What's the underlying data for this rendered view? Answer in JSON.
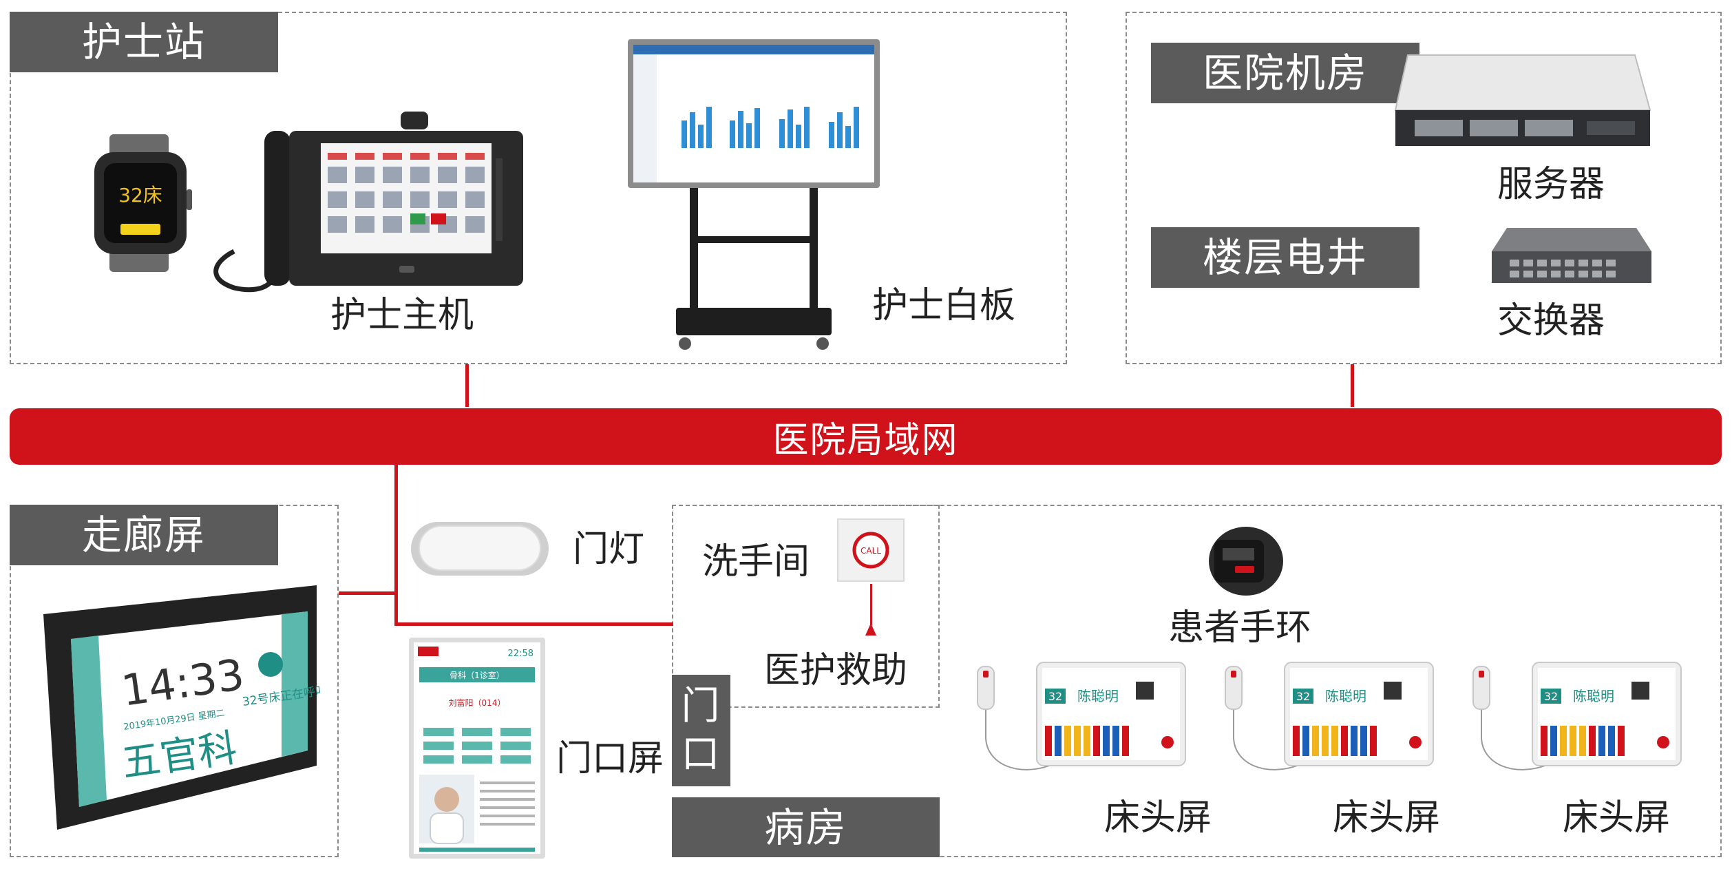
{
  "zones": {
    "nurse_station": "护士站",
    "machine_room": "医院机房",
    "floor_shaft": "楼层电井",
    "corridor": "走廊屏",
    "door_vertical": [
      "门",
      "口"
    ],
    "ward": "病房"
  },
  "network": {
    "label": "医院局域网"
  },
  "devices": {
    "nurse_host": "护士主机",
    "nurse_whiteboard": "护士白板",
    "server": "服务器",
    "switch": "交换器",
    "door_light": "门灯",
    "washroom": "洗手间",
    "medical_help": "医护救助",
    "patient_band": "患者手环",
    "door_screen": "门口屏",
    "bedside_screens": [
      "床头屏",
      "床头屏",
      "床头屏"
    ]
  },
  "screen_text": {
    "watch_bed": "32床",
    "corridor_time": "14:33",
    "corridor_date": "2019年10月29日 星期二",
    "corridor_dept": "五官科",
    "corridor_call": "32号床正在呼叫",
    "call_button": "CALL",
    "door_time": "22:58",
    "door_dept": "骨科（1诊室）",
    "door_doctor": "刘富阳（014）",
    "bed_number": "32",
    "bed_patient": "陈聪明"
  },
  "colors": {
    "network": "#d0121b",
    "tag": "#5b5b5b",
    "zone_border": "#8a8a8a"
  }
}
